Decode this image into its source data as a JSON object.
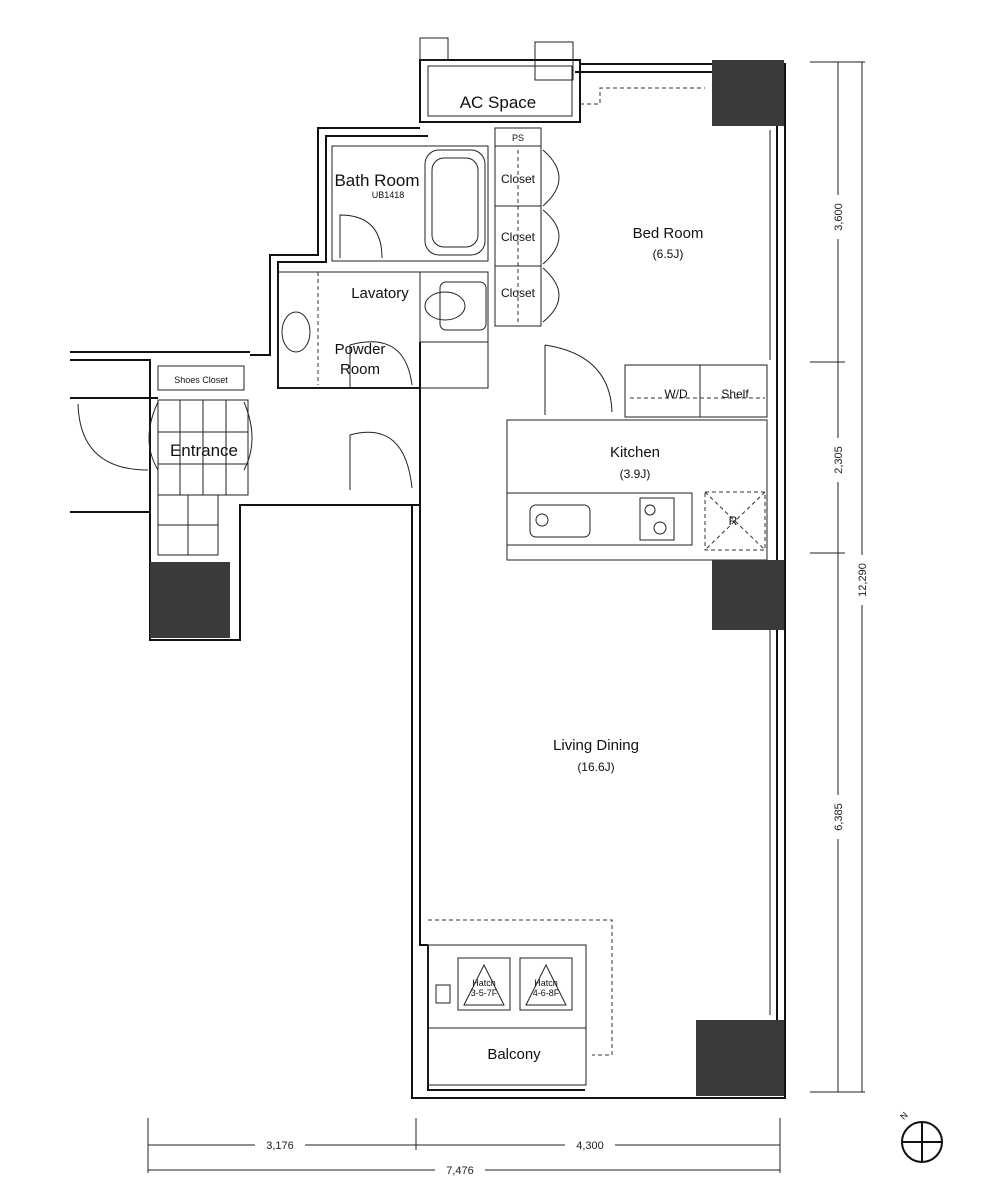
{
  "rooms": {
    "ac_space": "AC Space",
    "ps": "PS",
    "bath_room": "Bath Room",
    "bath_unit": "UB1418",
    "closet_1": "Closet",
    "closet_2": "Closet",
    "closet_3": "Closet",
    "bed_room": "Bed Room",
    "bed_room_size": "(6.5J)",
    "lavatory": "Lavatory",
    "powder_room_1": "Powder",
    "powder_room_2": "Room",
    "shoes_closet": "Shoes Closet",
    "entrance": "Entrance",
    "wd": "W/D",
    "shelf": "Shelf",
    "kitchen": "Kitchen",
    "kitchen_size": "(3.9J)",
    "fridge": "R",
    "living_dining": "Living Dining",
    "living_dining_size": "(16.6J)",
    "balcony": "Balcony",
    "hatch_1a": "Hatch",
    "hatch_1b": "3-5-7F",
    "hatch_2a": "Hatch",
    "hatch_2b": "4-6-8F"
  },
  "dimensions": {
    "right_1": "3,600",
    "right_2": "2,305",
    "right_3": "6,385",
    "right_total": "12,290",
    "bottom_1": "3,176",
    "bottom_2": "4,300",
    "bottom_total": "7,476"
  },
  "compass": {
    "north": "N"
  }
}
